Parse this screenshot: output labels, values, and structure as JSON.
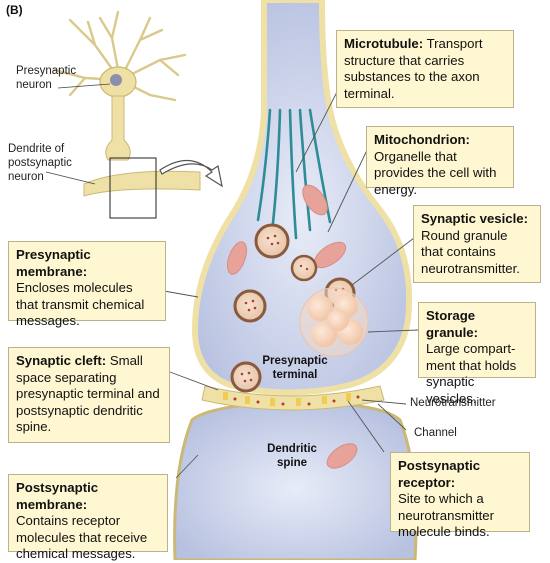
{
  "panel_label": "(B)",
  "inset": {
    "presynaptic_neuron": "Presynaptic neuron",
    "dendrite_of_postsynaptic_neuron": "Dendrite of postsynaptic neuron"
  },
  "inner_labels": {
    "presynaptic_terminal": "Presynaptic terminal",
    "dendritic_spine": "Dendritic spine"
  },
  "side_labels": {
    "neurotransmitter": "Neurotransmitter",
    "channel": "Channel"
  },
  "callouts": {
    "microtubule": {
      "term": "Microtubule:",
      "desc": "Transport structure that carries substances to the axon terminal."
    },
    "mitochondrion": {
      "term": "Mitochondrion:",
      "desc": "Organelle that provides the cell with energy."
    },
    "synaptic_vesicle": {
      "term": "Synaptic vesicle:",
      "desc": "Round granule that contains neurotransmitter."
    },
    "storage_granule": {
      "term": "Storage granule:",
      "desc": "Large compart-ment that holds synaptic vesicles."
    },
    "presynaptic_membrane": {
      "term": "Presynaptic membrane:",
      "desc": "Encloses molecules that transmit chemical messages."
    },
    "synaptic_cleft": {
      "term": "Synaptic cleft:",
      "desc": "Small space separating presynaptic terminal and postsynaptic dendritic spine."
    },
    "postsynaptic_membrane": {
      "term": "Postsynaptic membrane:",
      "desc": "Contains receptor molecules that receive chemical messages."
    },
    "postsynaptic_receptor": {
      "term": "Postsynaptic receptor:",
      "desc": "Site to which a neurotransmitter molecule binds."
    }
  },
  "colors": {
    "callout_fill": "#fff7d1",
    "terminal_fill": "#c7cfe8",
    "membrane_fill": "#efe1a6",
    "microtubule": "#2f8c96",
    "vesicle": "#c9a07a",
    "mitochondrion": "#e7a39a"
  }
}
